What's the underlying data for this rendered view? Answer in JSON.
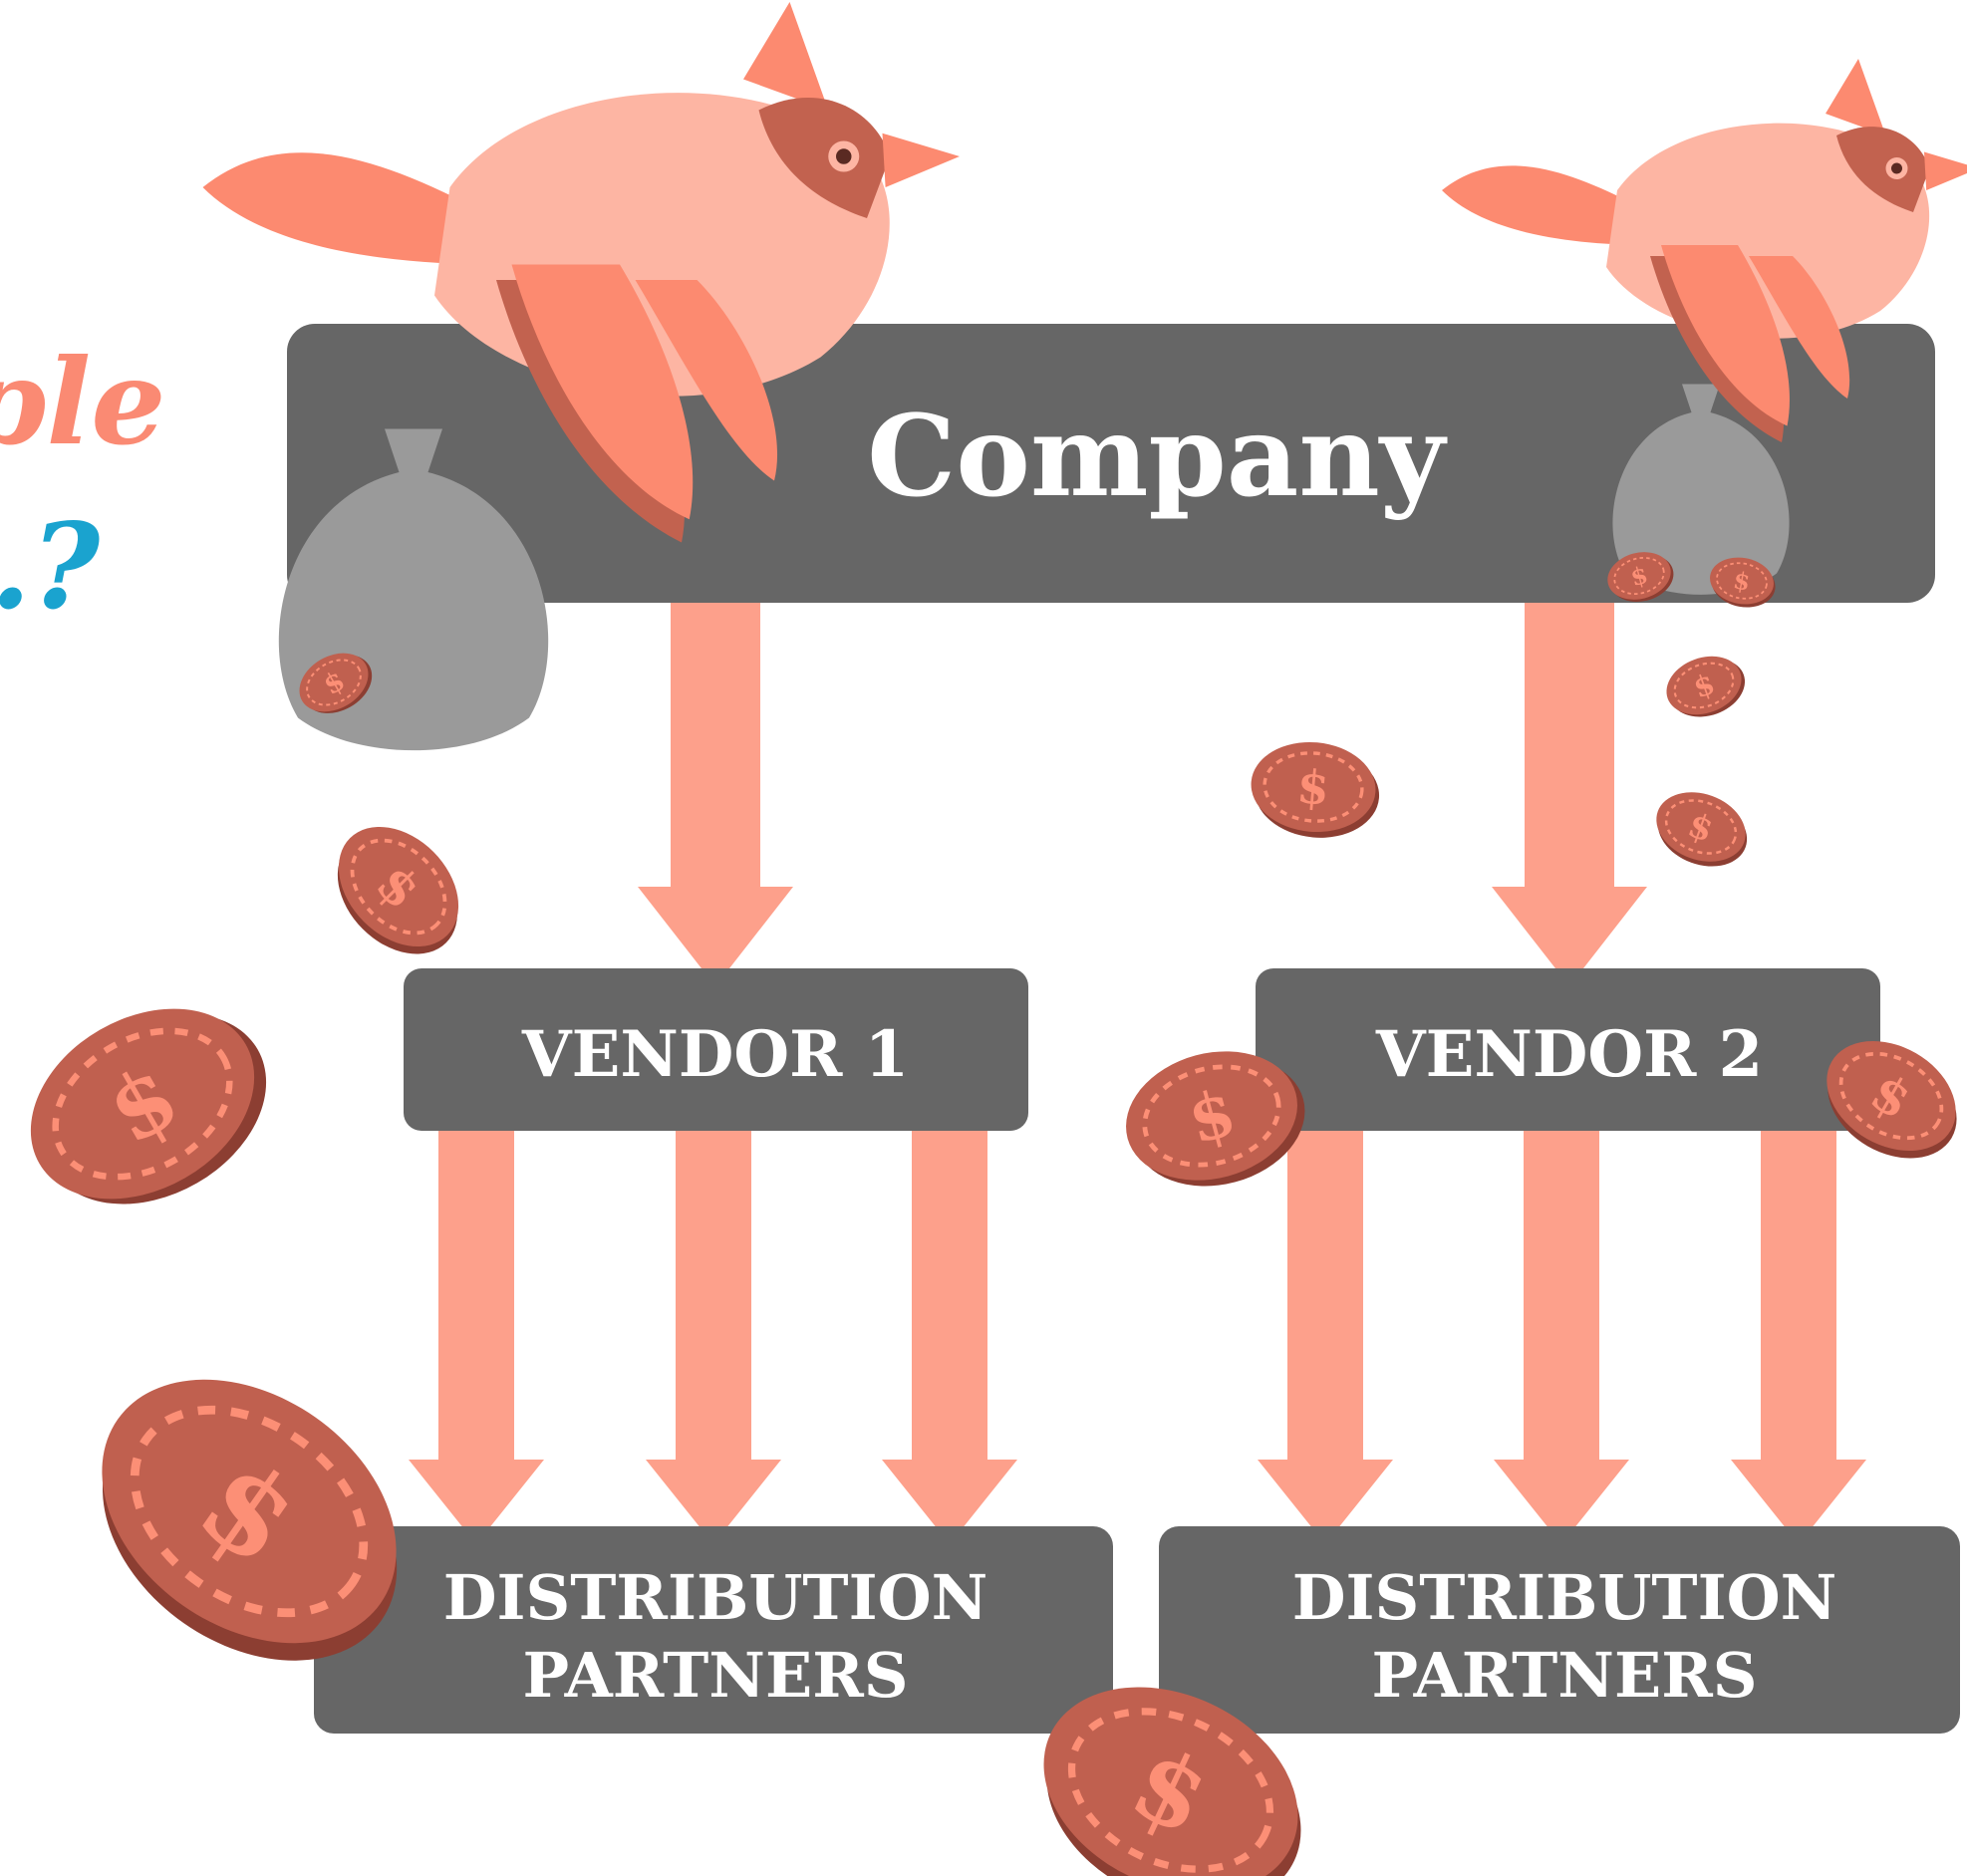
{
  "partial_heading": {
    "line1": "ple",
    "line2": ".?",
    "line1_color": "#fa8a73",
    "line2_color": "#1aa3cf"
  },
  "nodes": {
    "company": "Company",
    "vendor1": "VENDOR 1",
    "vendor2": "VENDOR 2",
    "dist1_line1": "DISTRIBUTION",
    "dist1_line2": "PARTNERS",
    "dist2_line1": "DISTRIBUTION",
    "dist2_line2": "PARTNERS"
  },
  "colors": {
    "box": "#666666",
    "arrow": "#fda08b",
    "coin": "#c0604f",
    "coin_edge": "#8c3e32",
    "coin_mark": "#fc8f76",
    "bird": "#fc8a70",
    "bird_light": "#fdb5a3",
    "bird_dark": "#c2624f",
    "bag": "#9a9a9a"
  },
  "icons": [
    "cardinal-bird",
    "money-bag",
    "dollar-coin"
  ]
}
